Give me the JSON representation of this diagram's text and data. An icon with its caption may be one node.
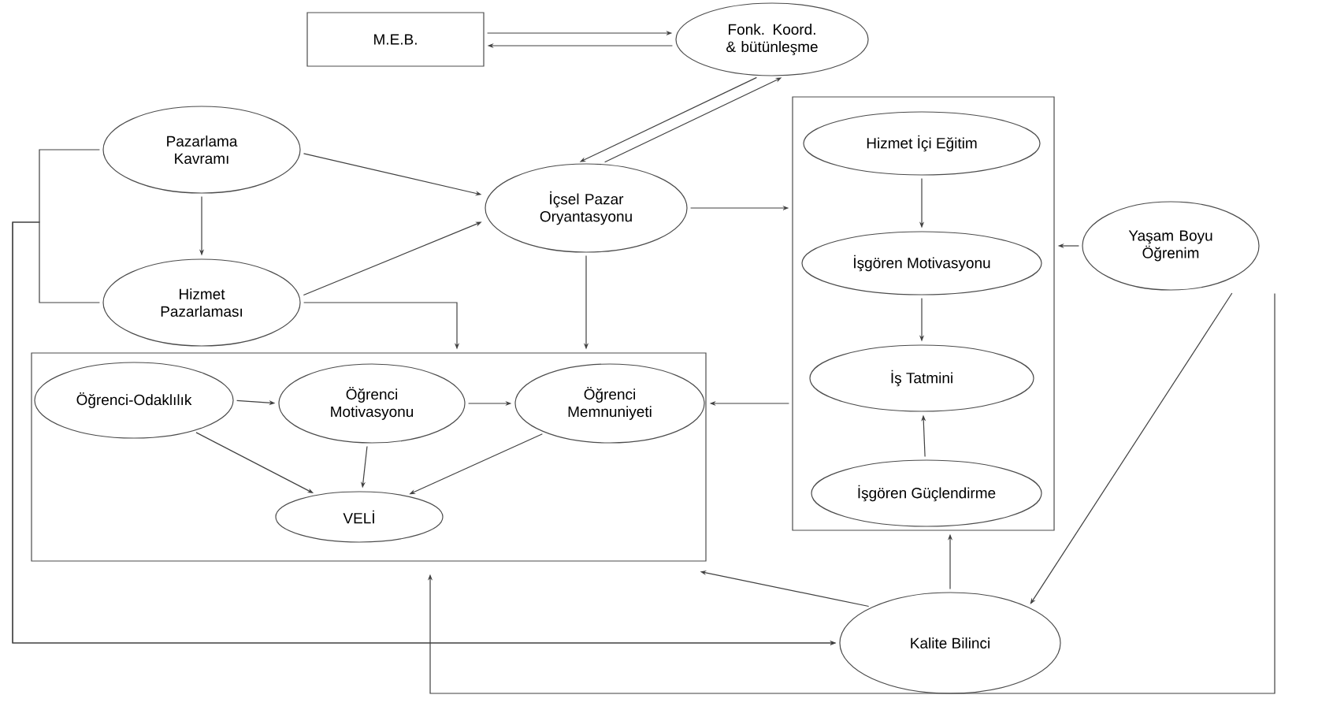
{
  "diagram": {
    "nodes": [
      {
        "text": [
          "M.E.B."
        ]
      },
      {
        "text": [
          "Fonk. Koord. & bütünleşme"
        ]
      },
      {
        "text": [
          "Pazarlama Kavramı"
        ]
      },
      {
        "text": [
          "İçsel Pazar Oryantasyonu"
        ]
      },
      {
        "text": [
          "Hizmet Pazarlaması"
        ]
      },
      {
        "text": [],
        "shape": "box"
      },
      {
        "text": [
          "Hizmet İçi Eğitim"
        ],
        "in": 5
      },
      {
        "text": [
          "İşgören Motivasyonu"
        ],
        "in": 5
      },
      {
        "text": [
          "İş Tatmini"
        ],
        "in": 5
      },
      {
        "text": [
          "İşgören Güçlendirme"
        ],
        "in": 5
      },
      {
        "text": [
          "Yaşam Boyu Öğrenim"
        ]
      },
      {
        "text": [],
        "shape": "box"
      },
      {
        "text": [
          "Öğrenci-Odaklılık"
        ],
        "in": 11
      },
      {
        "text": [
          "Öğrenci Motivasyonu"
        ],
        "in": 11
      },
      {
        "text": [
          "Öğrenci Memnuniyeti"
        ],
        "in": 11
      },
      {
        "text": [
          "VELİ"
        ],
        "in": 11
      },
      {
        "text": [
          "Kalite Bilinci"
        ]
      }
    ],
    "edges": [
      {
        "from": 0,
        "to": 1,
        "arrow": "to"
      },
      {
        "from": 1,
        "to": 0,
        "arrow": "to"
      },
      {
        "from": 1,
        "to": 3,
        "arrow": "to"
      },
      {
        "from": 3,
        "to": 1,
        "arrow": "to"
      },
      {
        "from": 2,
        "to": 3,
        "arrow": "to"
      },
      {
        "from": 4,
        "to": 3,
        "arrow": "to"
      },
      {
        "from": 2,
        "to": 4,
        "arrow": "to"
      },
      {
        "from": 4,
        "to": 11,
        "arrow": "to"
      },
      {
        "from": 3,
        "to": 11,
        "arrow": "to"
      },
      {
        "from": 3,
        "to": 5,
        "arrow": "to"
      },
      {
        "from": 10,
        "to": 5,
        "arrow": "to"
      },
      {
        "from": 6,
        "to": 7,
        "arrow": "to"
      },
      {
        "from": 7,
        "to": 8,
        "arrow": "to"
      },
      {
        "from": 9,
        "to": 8,
        "arrow": "to"
      },
      {
        "from": 5,
        "to": 11,
        "arrow": "to"
      },
      {
        "from": 12,
        "to": 13,
        "arrow": "to"
      },
      {
        "from": 13,
        "to": 14,
        "arrow": "to"
      },
      {
        "from": 12,
        "to": 15,
        "arrow": "to"
      },
      {
        "from": 13,
        "to": 15,
        "arrow": "to"
      },
      {
        "from": 14,
        "to": 15,
        "arrow": "to"
      },
      {
        "from": 16,
        "to": 5,
        "arrow": "to"
      },
      {
        "from": 16,
        "to": 11,
        "arrow": "to"
      },
      {
        "from": 10,
        "to": 16,
        "arrow": "to"
      },
      {
        "from": 10,
        "to": 11,
        "arrow": "to"
      },
      {
        "from": 2,
        "to": 16,
        "arrow": "to"
      },
      {
        "from": 4,
        "to": 16,
        "arrow": "to"
      }
    ]
  }
}
